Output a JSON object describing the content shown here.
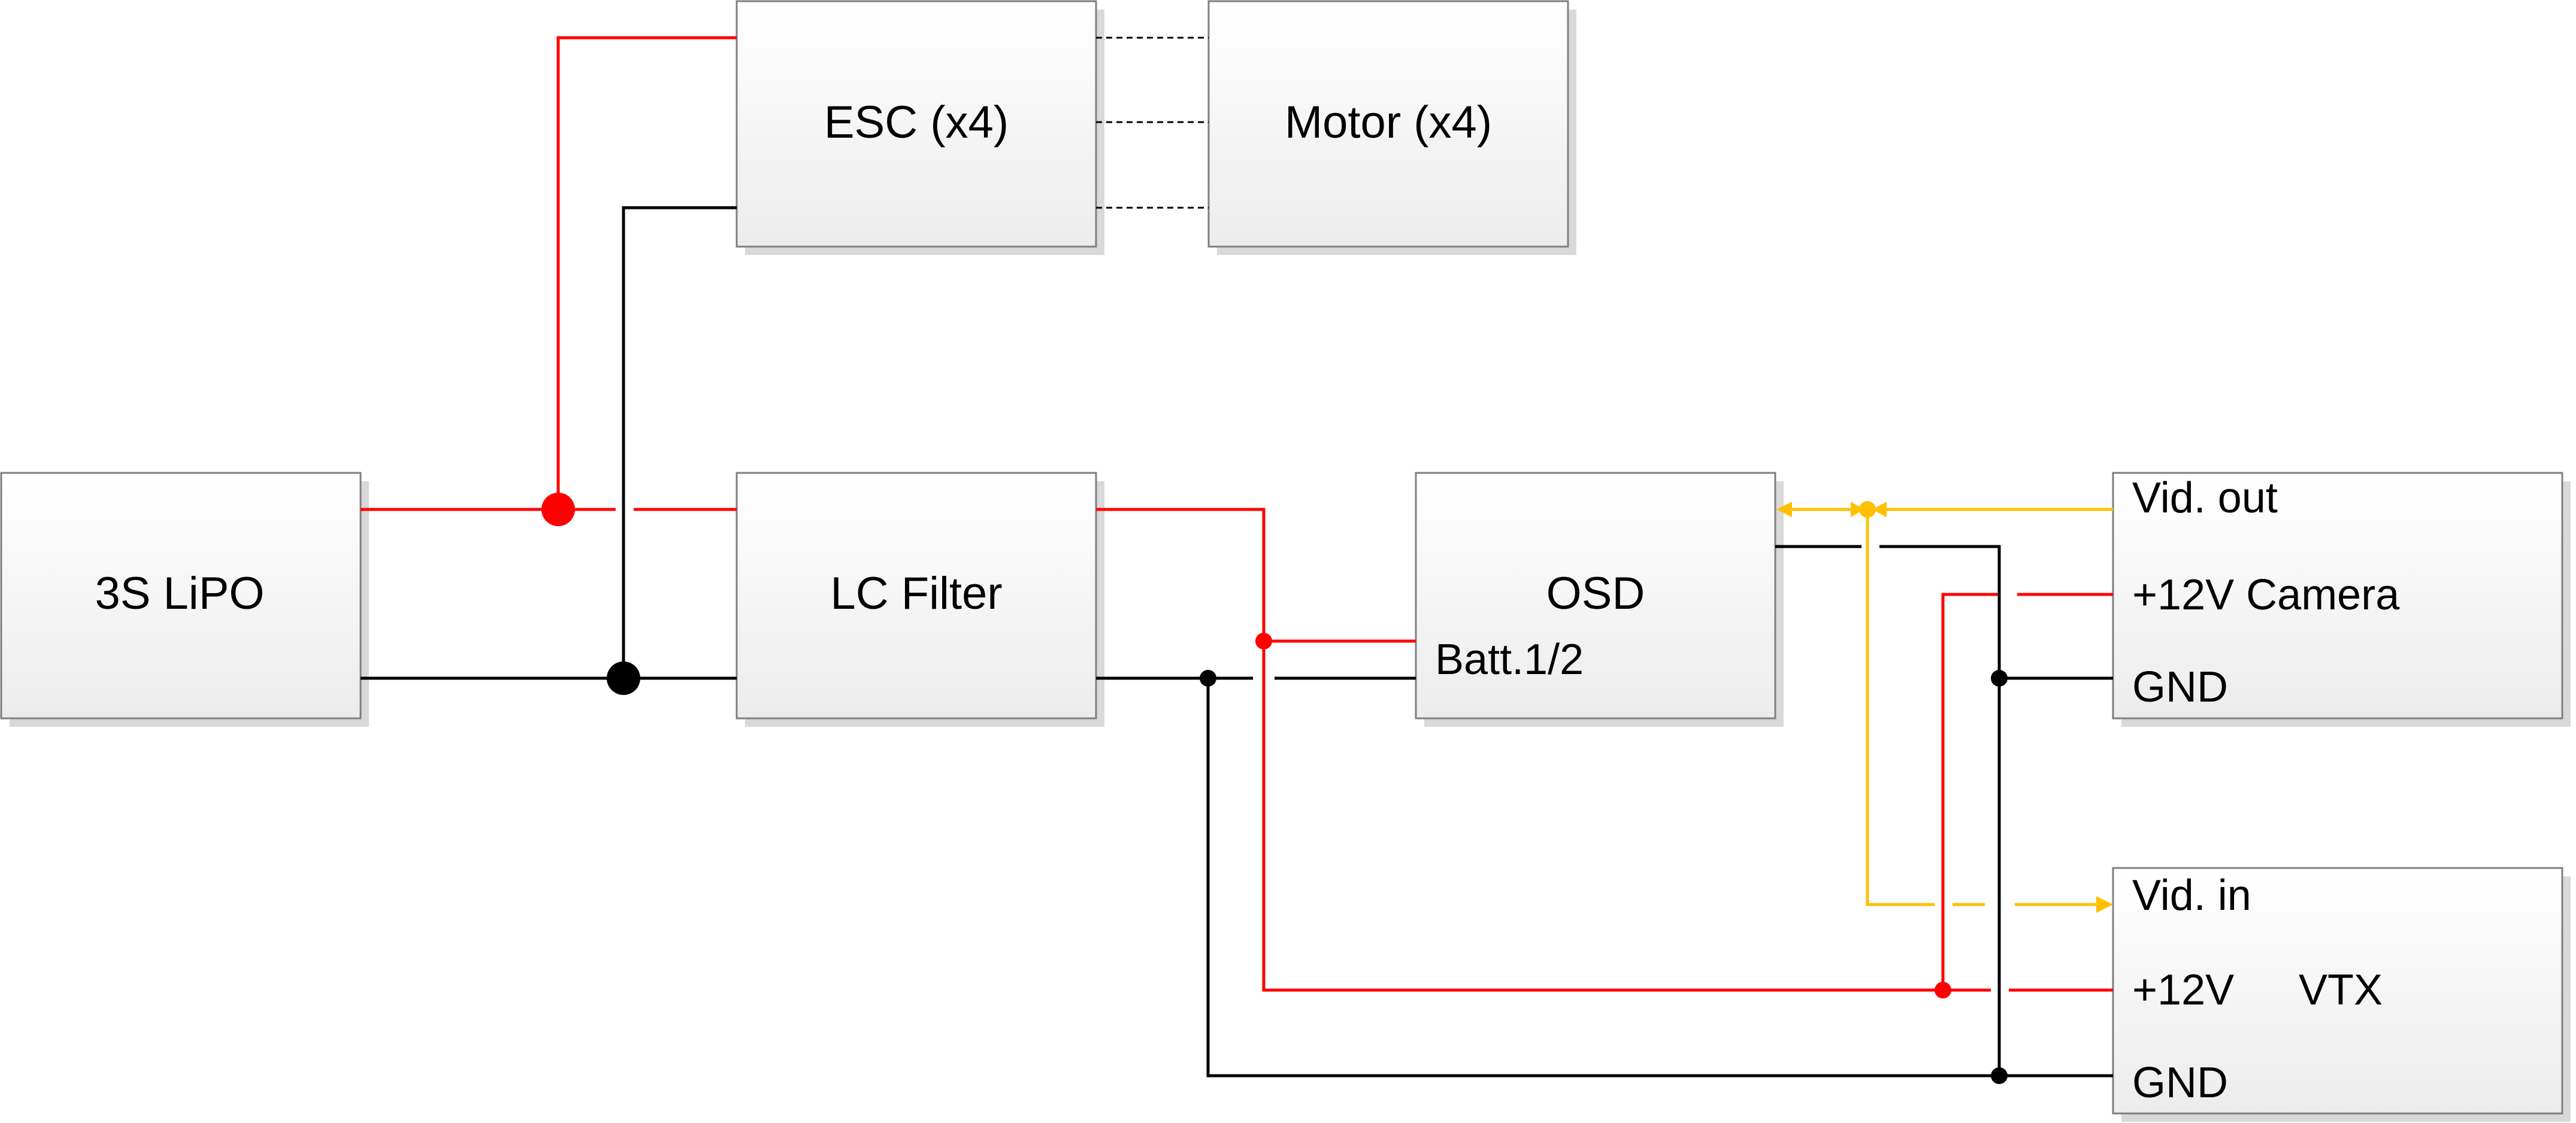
{
  "blocks": {
    "battery": {
      "label": "3S LiPO"
    },
    "esc": {
      "label": "ESC (x4)"
    },
    "motor": {
      "label": "Motor (x4)"
    },
    "lc_filter": {
      "label": "LC Filter"
    },
    "osd": {
      "label": "OSD",
      "port_batt": "Batt.1/2"
    },
    "camera": {
      "port_vid_out": "Vid. out",
      "port_power": "+12V Camera",
      "port_gnd": "GND"
    },
    "vtx": {
      "port_vid_in": "Vid. in",
      "port_power": "+12V",
      "name": "VTX",
      "port_gnd": "GND"
    }
  },
  "colors": {
    "power_positive": "#ff0000",
    "ground": "#000000",
    "video": "#ffc000",
    "box_border": "#7f7f7f",
    "box_fill_top": "#ffffff",
    "box_fill_bottom": "#ececec",
    "shadow": "#d9d9d9"
  }
}
